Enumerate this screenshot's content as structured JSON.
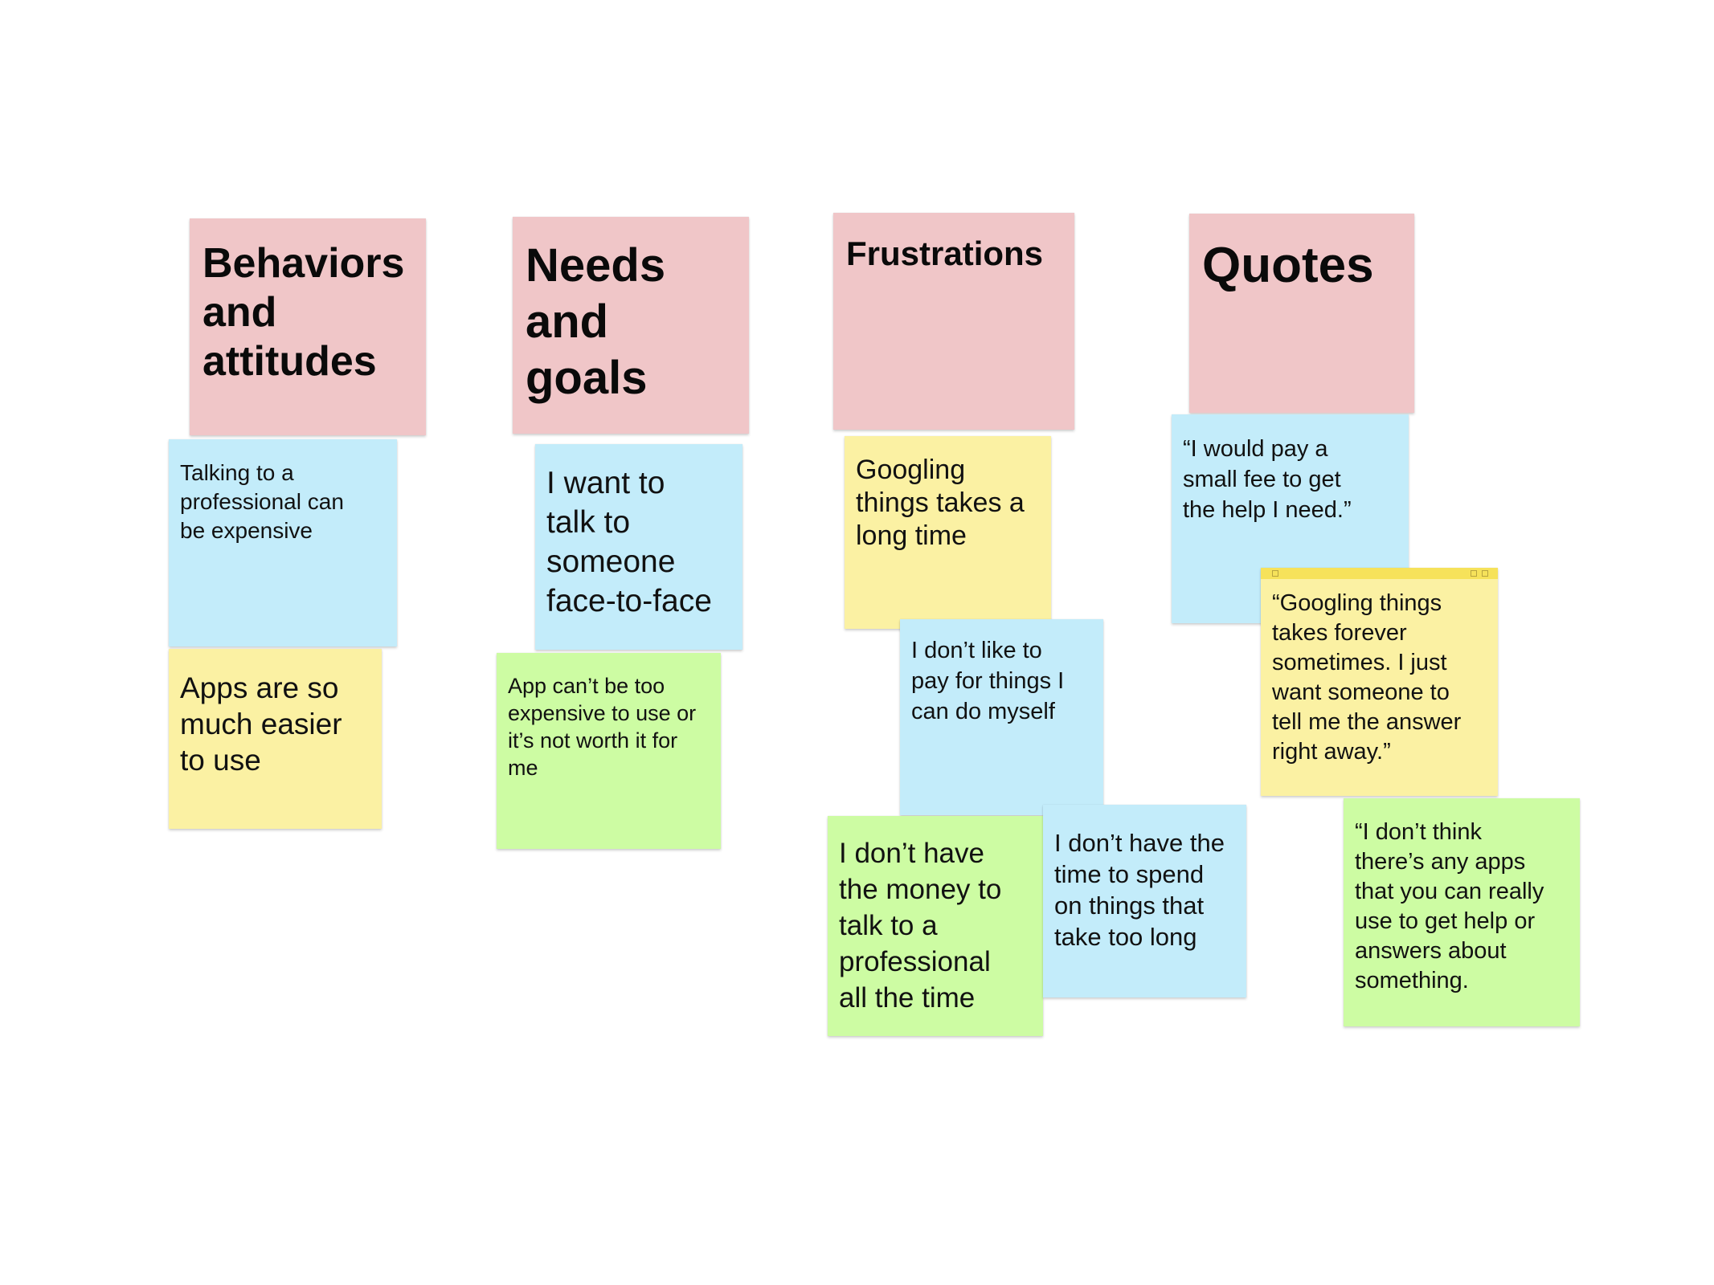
{
  "colors": {
    "header_pink": "#f0c6c8",
    "note_blue": "#c3ecfa",
    "note_yellow": "#fbf1a3",
    "note_green": "#cdfca3",
    "selection_bar": "#f6e25a"
  },
  "columns": [
    {
      "header": "Behaviors\nand\nattitudes",
      "notes": [
        {
          "text": "Talking to a\nprofessional can\nbe expensive",
          "color": "blue"
        },
        {
          "text": "Apps are so\nmuch easier\nto use",
          "color": "yellow"
        }
      ]
    },
    {
      "header": "Needs\nand\ngoals",
      "notes": [
        {
          "text": "I want to\ntalk to\nsomeone\nface-to-face",
          "color": "blue"
        },
        {
          "text": "App can’t be too\nexpensive to use or\nit’s not worth it for\nme",
          "color": "green"
        }
      ]
    },
    {
      "header": "Frustrations",
      "notes": [
        {
          "text": "Googling\nthings takes a\nlong time",
          "color": "yellow"
        },
        {
          "text": "I don’t like to\npay for things I\ncan do myself",
          "color": "blue"
        },
        {
          "text": "I don’t have\nthe money to\ntalk to a\nprofessional\nall the time",
          "color": "green"
        },
        {
          "text": "I don’t have the\ntime to spend\non things that\ntake too long",
          "color": "blue"
        }
      ]
    },
    {
      "header": "Quotes",
      "notes": [
        {
          "text": "“I would pay a\nsmall fee to get\nthe help I need.”",
          "color": "blue"
        },
        {
          "text": "“Googling things\ntakes forever\nsometimes. I just\nwant someone to\ntell me the answer\nright away.”",
          "color": "yellow",
          "selected": true
        },
        {
          "text": "“I don’t think\nthere’s any apps\nthat you can really\nuse to get help or\nanswers about\nsomething.",
          "color": "green"
        }
      ]
    }
  ]
}
